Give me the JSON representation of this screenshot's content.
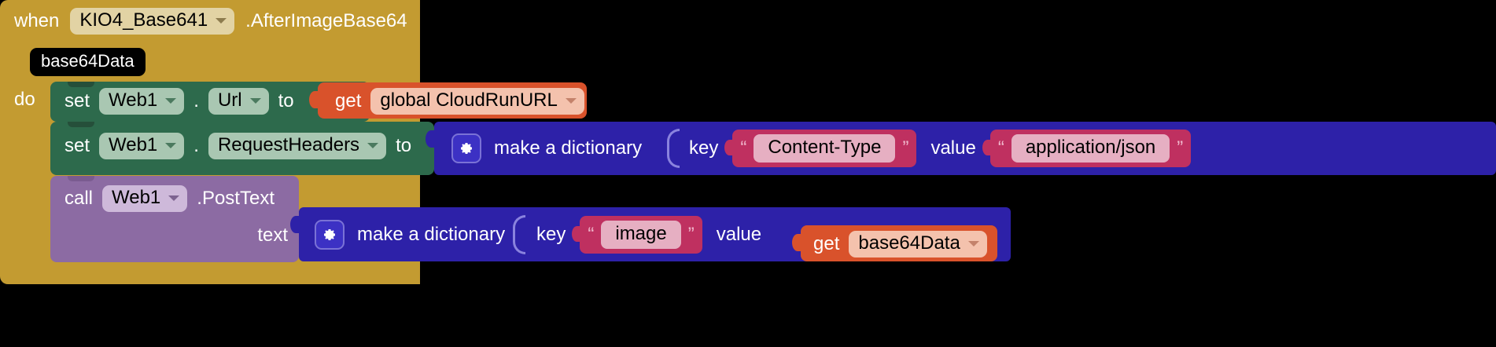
{
  "editor": {
    "name": "app-inventor-blocks-editor",
    "background": "#000000"
  },
  "event_block": {
    "color": "#c39b31",
    "keyword": "when",
    "component": "KIO4_Base641",
    "event": ".AfterImageBase64",
    "parameter": "base64Data",
    "do_label": "do"
  },
  "statements": [
    {
      "type": "set",
      "color": "#2d6a4c",
      "keyword": "set",
      "component": "Web1",
      "dot": ".",
      "property": "Url",
      "to_label": "to",
      "value": {
        "type": "get",
        "color": "#d9522b",
        "keyword": "get",
        "variable": "global CloudRunURL"
      }
    },
    {
      "type": "set",
      "color": "#2d6a4c",
      "keyword": "set",
      "component": "Web1",
      "dot": ".",
      "property": "RequestHeaders",
      "to_label": "to",
      "value": {
        "type": "dictionary",
        "color": "#2d21a8",
        "icon": "gear-icon",
        "label": "make a dictionary",
        "pairs": [
          {
            "key_label": "key",
            "key_text": "Content-Type",
            "value_label": "value",
            "value_text": "application/json",
            "open_quote": "“",
            "close_quote": "”"
          }
        ]
      }
    },
    {
      "type": "call",
      "color": "#8c6ba3",
      "keyword": "call",
      "component": "Web1",
      "method": ".PostText",
      "arg_label": "text",
      "value": {
        "type": "dictionary",
        "color": "#2d21a8",
        "icon": "gear-icon",
        "label": "make a dictionary",
        "pairs": [
          {
            "key_label": "key",
            "key_text": "image",
            "value_label": "value",
            "open_quote": "“",
            "close_quote": "”",
            "value_block": {
              "type": "get",
              "color": "#d9522b",
              "keyword": "get",
              "variable": "base64Data"
            }
          }
        ]
      }
    }
  ],
  "icons": {
    "dropdown_caret": "chevron-down-icon",
    "mutator": "gear-icon"
  }
}
